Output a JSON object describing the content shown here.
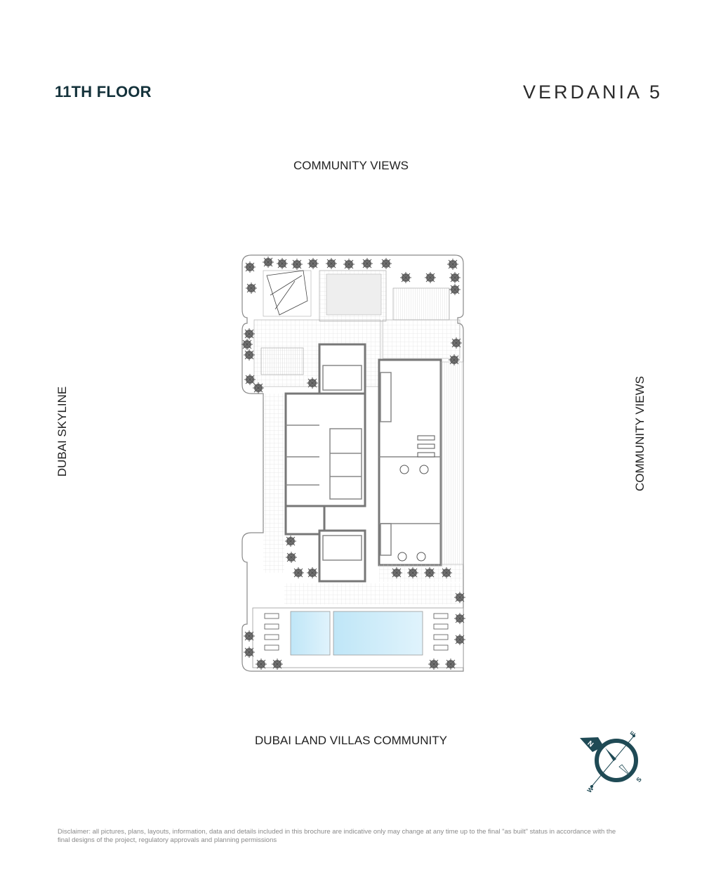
{
  "header": {
    "floor_title": "11TH FLOOR",
    "brand": "VERDANIA 5"
  },
  "views": {
    "top": "COMMUNITY VIEWS",
    "left": "DUBAI SKYLINE",
    "right": "COMMUNITY VIEWS",
    "bottom": "DUBAI LAND VILLAS COMMUNITY"
  },
  "compass": {
    "north": "N",
    "east": "E",
    "south": "S",
    "west": "W",
    "color": "#1f4a55"
  },
  "colors": {
    "title": "#14323b",
    "pool": "#cdeefa",
    "wall": "#7a7a7a"
  },
  "disclaimer": "Disclaimer: all pictures, plans, layouts, information, data and details included in this brochure are indicative only may change at any time up to the final \"as built\" status in accordance with the final designs of the project, regulatory approvals and planning permissions"
}
